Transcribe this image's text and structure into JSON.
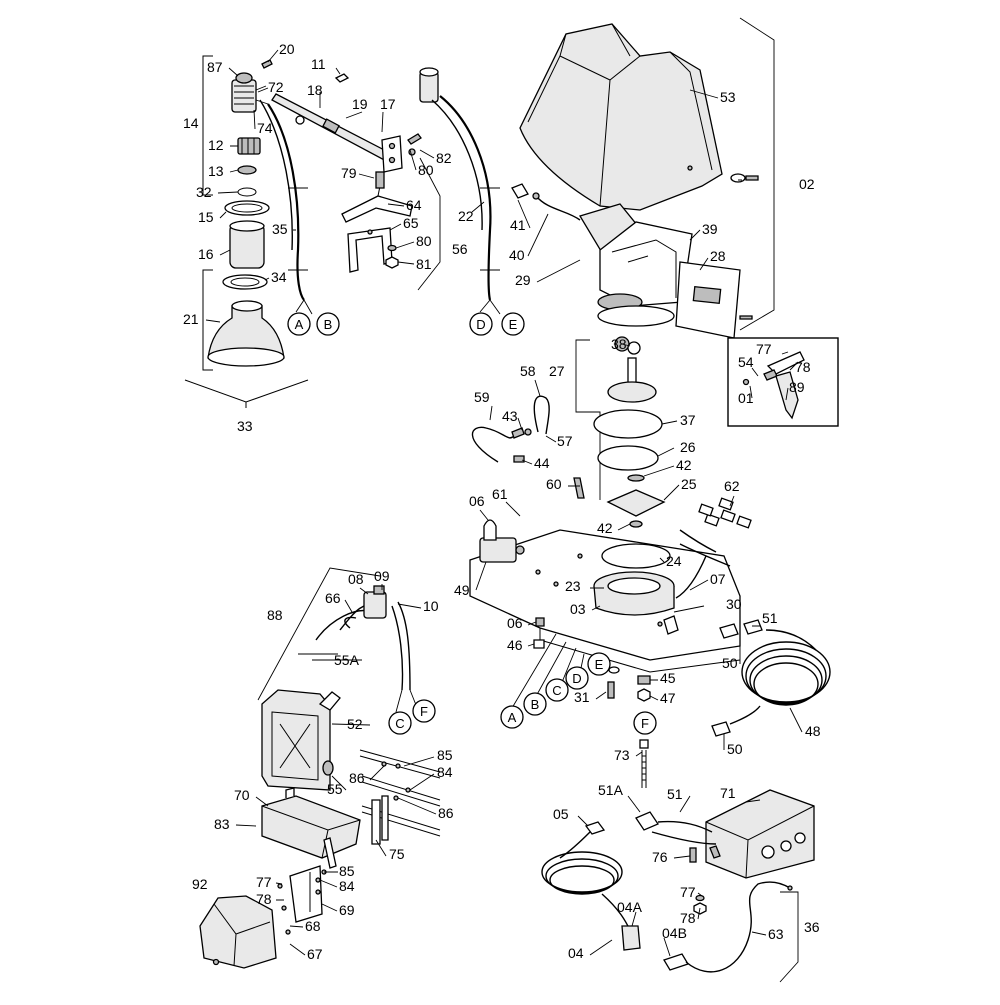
{
  "diagram": {
    "callouts": {
      "c20": "20",
      "c87": "87",
      "c11": "11",
      "c72": "72",
      "c18": "18",
      "c19": "19",
      "c17": "17",
      "c14": "14",
      "c74": "74",
      "c12": "12",
      "c82": "82",
      "c13": "13",
      "c79": "79",
      "c80a": "80",
      "c32": "32",
      "c64": "64",
      "c15": "15",
      "c65": "65",
      "c22": "22",
      "c35": "35",
      "c80b": "80",
      "c56": "56",
      "c16": "16",
      "c81": "81",
      "c34": "34",
      "c21": "21",
      "c33": "33",
      "c53": "53",
      "c02": "02",
      "c41": "41",
      "c39": "39",
      "c40": "40",
      "c28": "28",
      "c29": "29",
      "c27": "27",
      "c38": "38",
      "c77a": "77",
      "c54": "54",
      "c78a": "78",
      "c01": "01",
      "c89": "89",
      "c58": "58",
      "c59": "59",
      "c43": "43",
      "c37": "37",
      "c57": "57",
      "c26": "26",
      "c44": "44",
      "c42a": "42",
      "c60": "60",
      "c25": "25",
      "c62": "62",
      "c06a": "06",
      "c61": "61",
      "c42b": "42",
      "c24": "24",
      "c49": "49",
      "c23": "23",
      "c07": "07",
      "c08": "08",
      "c09": "09",
      "c88": "88",
      "c66": "66",
      "c10": "10",
      "c03": "03",
      "c30": "30",
      "c06b": "06",
      "c51a": "51",
      "c46": "46",
      "c55A": "55A",
      "c50a": "50",
      "c45": "45",
      "c47": "47",
      "c31": "31",
      "c48": "48",
      "c52": "52",
      "c73": "73",
      "c50b": "50",
      "c85a": "85",
      "c84a": "84",
      "c86a": "86",
      "c55": "55",
      "c86b": "86",
      "c51A": "51A",
      "c51b": "51",
      "c71": "71",
      "c70": "70",
      "c05": "05",
      "c83": "83",
      "c75": "75",
      "c76": "76",
      "c85b": "85",
      "c92": "92",
      "c77b": "77",
      "c84b": "84",
      "c78b": "78",
      "c69": "69",
      "c68": "68",
      "c67": "67",
      "c77c": "77",
      "c04A": "04A",
      "c78c": "78",
      "c04B": "04B",
      "c63": "63",
      "c36": "36",
      "c04": "04"
    },
    "connectors": {
      "A1": "A",
      "B1": "B",
      "D1": "D",
      "E1": "E",
      "A2": "A",
      "B2": "B",
      "C2": "C",
      "D2": "D",
      "E2": "E",
      "F2": "F",
      "C3": "C",
      "F3": "F"
    }
  }
}
